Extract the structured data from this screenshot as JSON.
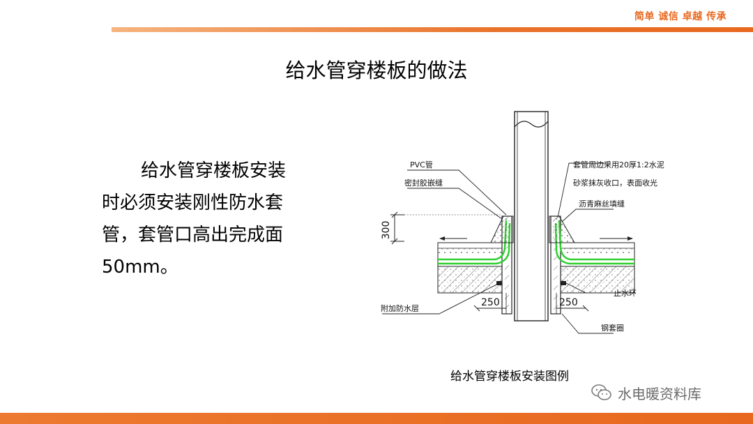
{
  "header": {
    "slogan": "简单 诚信 卓越 传承"
  },
  "title": "给水管穿楼板的做法",
  "body_line1": "给水管穿楼板安装",
  "body_line2": "时必须安装刚性防水套",
  "body_line3": "管，套管口高出完成面",
  "body_line4": "50mm。",
  "drawing": {
    "labels": {
      "pvc": "PVC管",
      "sealant": "密封胶嵌缝",
      "sleeve_note_1": "套管周边采用20厚1:2水泥",
      "sleeve_note_2": "砂浆抹灰收口，表面收光",
      "asphalt": "沥青麻丝填缝",
      "water_stop": "止水环",
      "extra_layer": "附加防水层",
      "steel_ring": "钢套圈",
      "dim_300": "300",
      "dim_250_left": "250",
      "dim_250_right": "250"
    }
  },
  "caption": "给水管穿楼板安装图例",
  "watermark": "水电暖资料库",
  "colors": {
    "accent": "#e8681f",
    "membrane": "#2fd02f"
  }
}
